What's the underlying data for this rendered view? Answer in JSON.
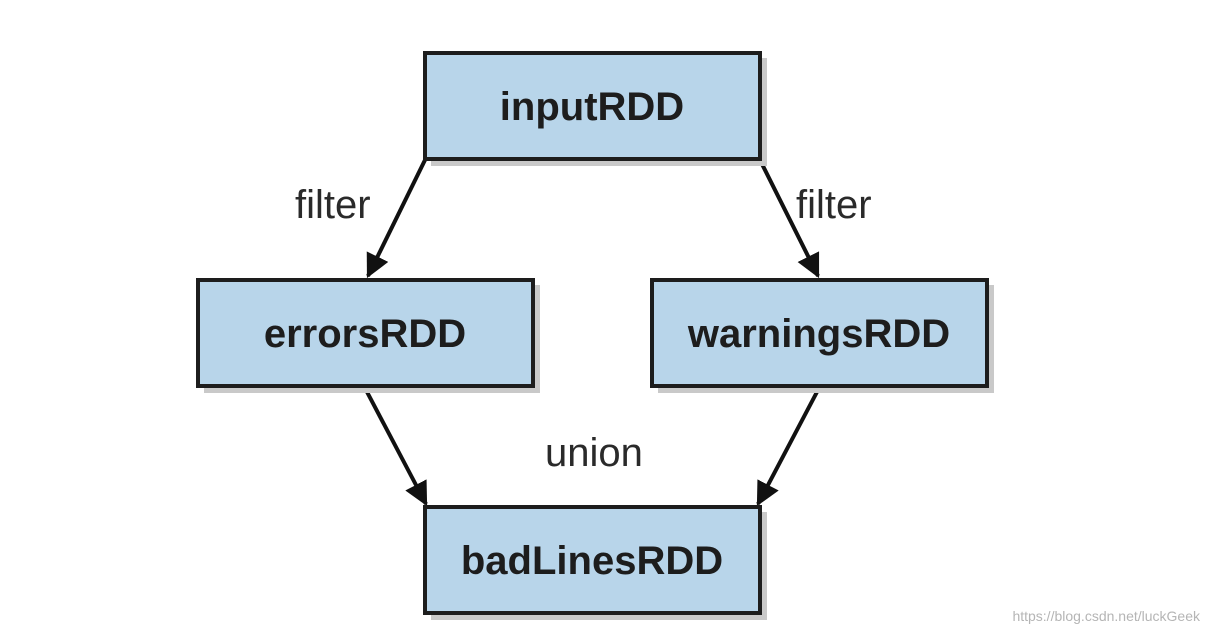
{
  "diagram": {
    "nodes": {
      "input": "inputRDD",
      "errors": "errorsRDD",
      "warnings": "warningsRDD",
      "badLines": "badLinesRDD"
    },
    "edges": {
      "filter_left": "filter",
      "filter_right": "filter",
      "union": "union"
    },
    "colors": {
      "node_fill": "#b8d5ea",
      "node_border": "#1d1d1d",
      "arrow": "#111111"
    }
  },
  "watermark": "https://blog.csdn.net/luckGeek"
}
